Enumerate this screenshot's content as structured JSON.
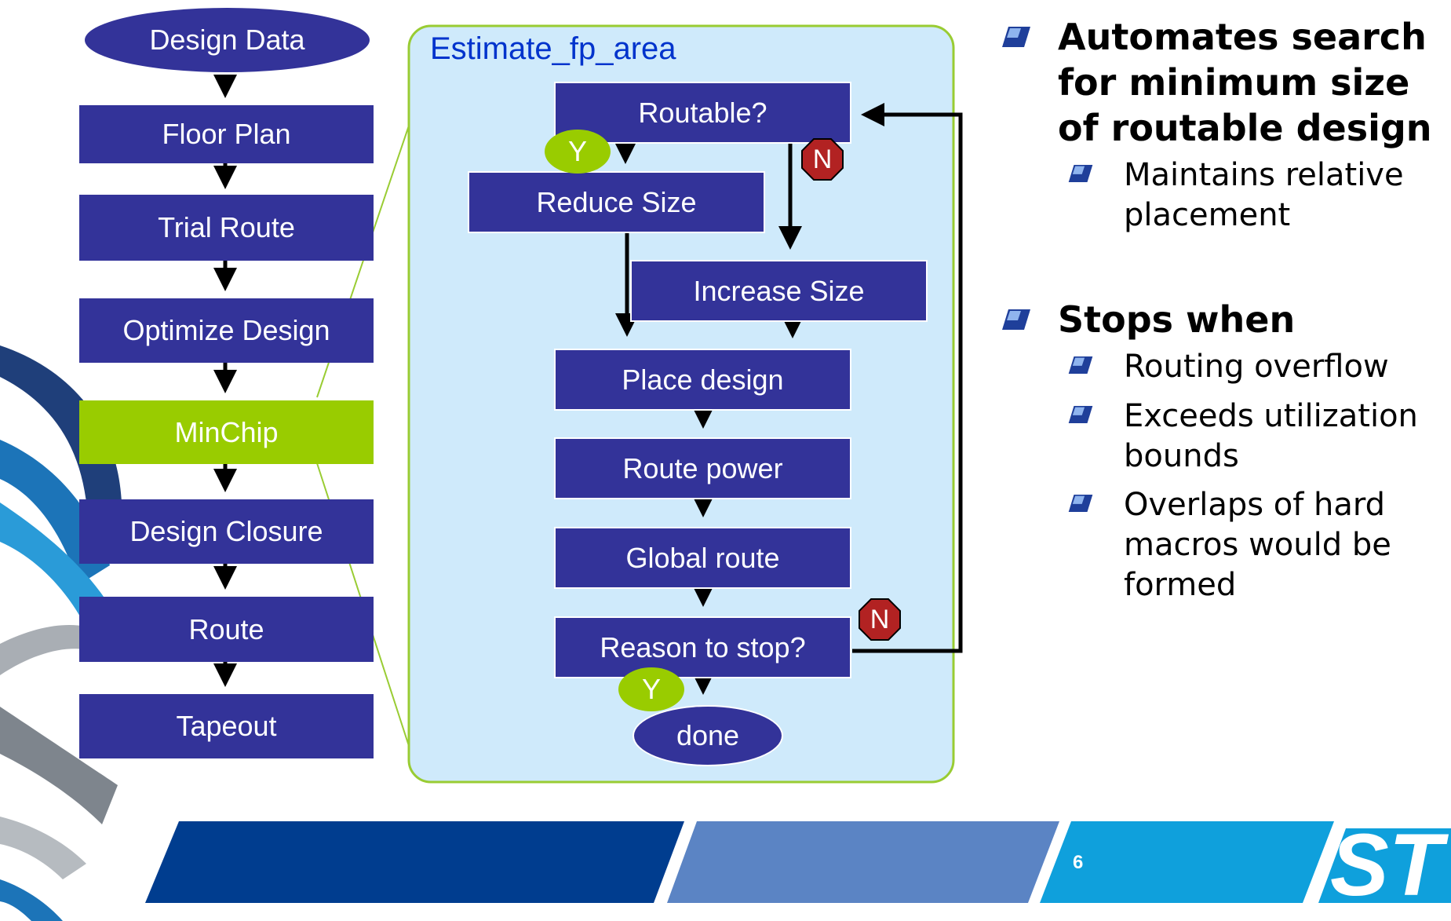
{
  "left_flow": {
    "start": "Design Data",
    "steps": [
      "Floor Plan",
      "Trial Route",
      "Optimize Design",
      "MinChip",
      "Design Closure",
      "Route",
      "Tapeout"
    ],
    "highlighted_step": "MinChip"
  },
  "estimate_panel": {
    "title": "Estimate_fp_area",
    "routable": "Routable?",
    "reduce_size": "Reduce Size",
    "increase_size": "Increase Size",
    "place_design": "Place design",
    "route_power": "Route power",
    "global_route": "Global route",
    "reason_to_stop": "Reason to stop?",
    "done": "done",
    "yes_label": "Y",
    "no_label": "N"
  },
  "bullets": {
    "automates": [
      "Automates search",
      "for minimum size",
      "of routable design"
    ],
    "maintains": [
      "Maintains relative",
      "placement"
    ],
    "stops_when": "Stops when",
    "routing_overflow": "Routing overflow",
    "exceeds": [
      "Exceeds utilization",
      "bounds"
    ],
    "overlaps": [
      "Overlaps of hard",
      "macros would be",
      "formed"
    ]
  },
  "footer": {
    "page_number": "6"
  },
  "colors": {
    "box_fill": "#333399",
    "highlight_green": "#99cc00",
    "panel_fill": "#cfeafb",
    "panel_border": "#99cc33",
    "no_badge": "#b22222",
    "footer_dark": "#003d8f",
    "footer_mid": "#5b84c4",
    "footer_light": "#0fa0dc"
  },
  "icons": {
    "bullet": "bullet-parallelogram-icon",
    "logo": "st-logo-icon"
  }
}
